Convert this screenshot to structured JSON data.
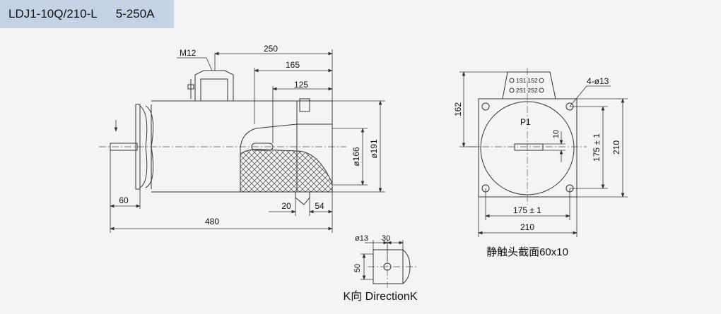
{
  "header": {
    "model": "LDJ1-10Q/210-L",
    "current_range": "5-250A"
  },
  "side_view": {
    "thread_label": "M12",
    "dims": {
      "len_250": "250",
      "len_165": "165",
      "len_125": "125",
      "dia_166": "ø166",
      "dia_191": "ø191",
      "len_60": "60",
      "len_20": "20",
      "len_54": "54",
      "len_480": "480"
    }
  },
  "k_view": {
    "dims": {
      "hole": "ø13",
      "w30": "30",
      "h50": "50"
    },
    "caption": "K向 DirectionK"
  },
  "front_view": {
    "terminal_top": "1S1 1S2",
    "terminal_bottom": "2S1 2S2",
    "holes_label": "4-ø13",
    "p1_label": "P1",
    "dims": {
      "h162": "162",
      "thk10": "10",
      "v175": "175 ± 1",
      "v210": "210",
      "h175": "175 ± 1",
      "h210": "210"
    },
    "caption": "静触头截面60x10"
  },
  "colors": {
    "title_bg": "#c4d2e6",
    "line": "#333333",
    "page_bg": "#f4f4f6"
  }
}
